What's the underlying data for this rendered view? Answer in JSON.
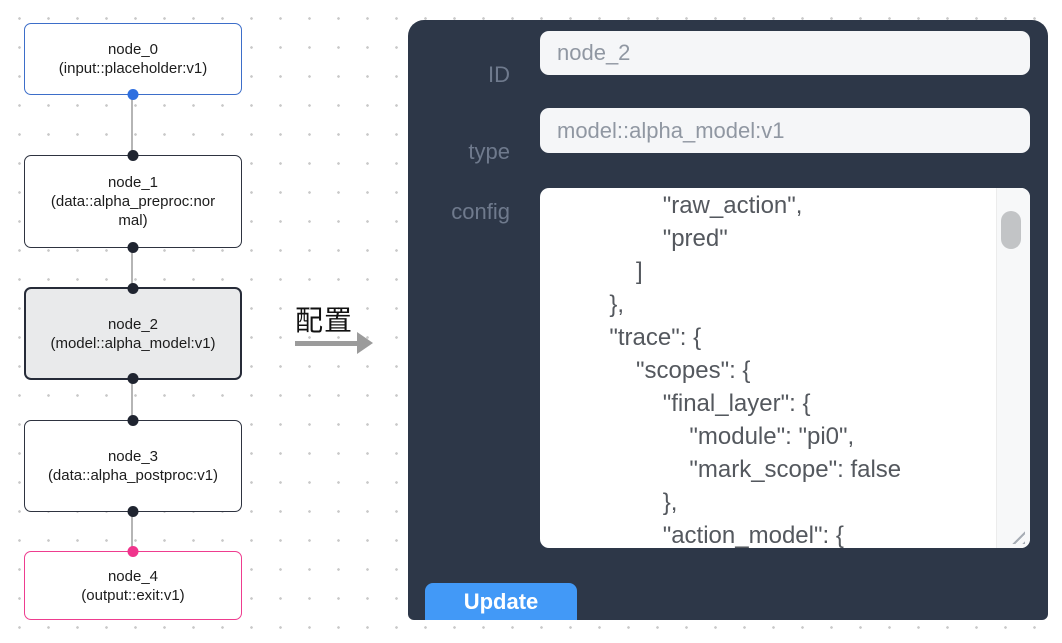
{
  "canvas": {
    "nodes": [
      {
        "name": "node_0",
        "type": "(input::placeholder:v1)"
      },
      {
        "name": "node_1",
        "type": "(data::alpha_preproc:normal)"
      },
      {
        "name": "node_2",
        "type": "(model::alpha_model:v1)"
      },
      {
        "name": "node_3",
        "type": "(data::alpha_postproc:v1)"
      },
      {
        "name": "node_4",
        "type": "(output::exit:v1)"
      }
    ]
  },
  "annotation": {
    "label": "配置"
  },
  "panel": {
    "id_label": "ID",
    "id_value": "node_2",
    "type_label": "type",
    "type_value": "model::alpha_model:v1",
    "config_label": "config",
    "config_value": "                \"raw_action\",\n                \"pred\"\n            ]\n        },\n        \"trace\": {\n            \"scopes\": {\n                \"final_layer\": {\n                    \"module\": \"pi0\",\n                    \"mark_scope\": false\n                },\n                \"action_model\": {",
    "update_label": "Update"
  },
  "colors": {
    "panel_bg": "#2d3748",
    "accent_blue": "#4299f7",
    "input_node_border": "#3d6ec9",
    "output_node_border": "#ee3d8f",
    "selected_node_bg": "#e9eaeb",
    "port_dark": "#1f2430",
    "port_blue": "#2e6fe0",
    "port_pink": "#f0348c"
  }
}
